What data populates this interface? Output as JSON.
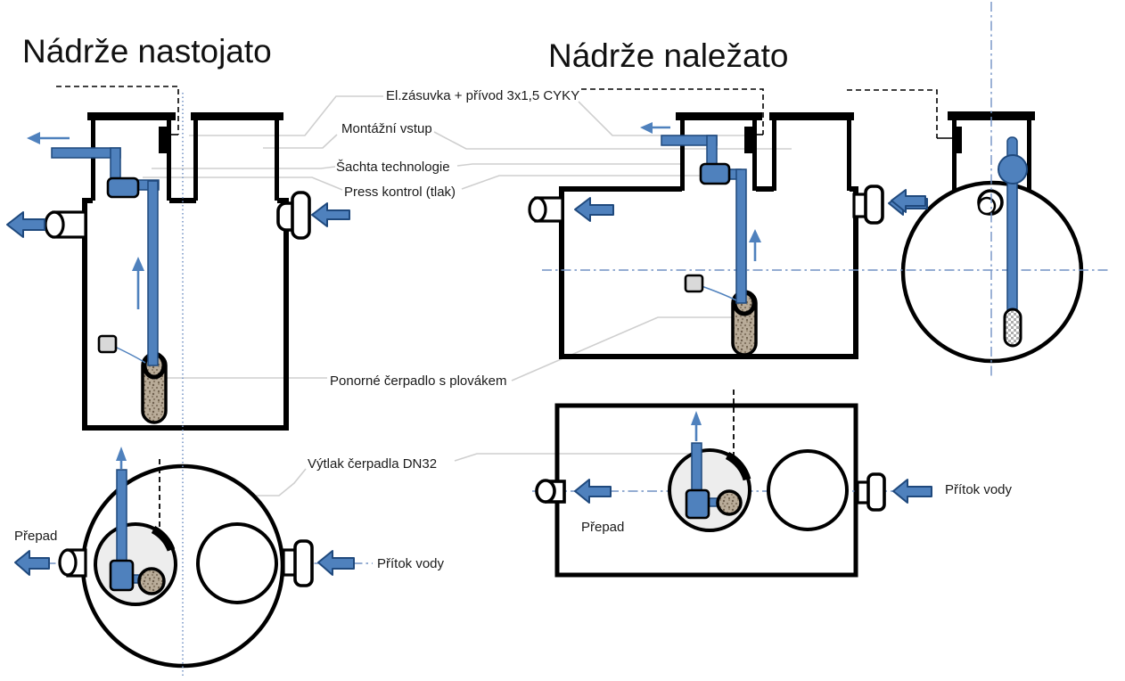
{
  "titles": {
    "standing": "Nádrže nastojato",
    "lying": "Nádrže naležato"
  },
  "callouts": {
    "socket": "El.zásuvka + přívod 3x1,5 CYKY",
    "mounting_entry": "Montážní vstup",
    "technology_shaft": "Šachta technologie",
    "press_control": "Press kontrol (tlak)",
    "submersible_pump": "Ponorné čerpadlo s plovákem",
    "pump_discharge": "Výtlak čerpadla DN32"
  },
  "flow_labels": {
    "standing_overflow": "Přepad",
    "standing_inflow": "Přítok vody",
    "lying_overflow": "Přepad",
    "lying_inflow": "Přítok vody"
  },
  "colors": {
    "pipe_blue": "#4f81bd",
    "pipe_dark": "#1f497d",
    "leader_gray": "#cfcfcf",
    "centerline_blue": "#7191c4",
    "float_gray": "#d9d9d9",
    "shaft_fill": "#ededed",
    "speckle_base": "#b9ac99",
    "speckle_dot": "#6e5f4e",
    "ink": "#000000"
  }
}
